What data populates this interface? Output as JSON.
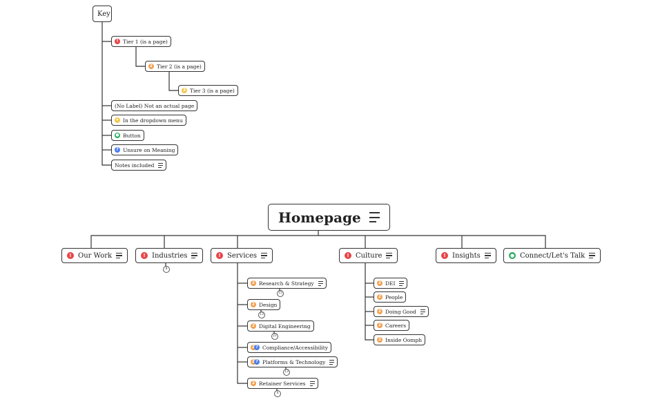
{
  "colors": {
    "tier1": "#e74549",
    "tier2": "#f29e4c",
    "tier3": "#f2c94c",
    "dropdown": "#f2c94c",
    "button": "#27ae60",
    "unsure": "#4a7ef0"
  },
  "key": {
    "title": "Key",
    "items": [
      {
        "label": "Tier 1 (is a page)",
        "badge": "tier1",
        "badge_glyph": "!"
      },
      {
        "label": "Tier 2 (is a page)",
        "badge": "tier2",
        "badge_glyph": "2"
      },
      {
        "label": "Tier 3 (is a page)",
        "badge": "tier3",
        "badge_glyph": "3"
      },
      {
        "label": "(No Label) Not an actual page"
      },
      {
        "label": "In the dropdown menu",
        "badge": "dropdown",
        "badge_glyph": "▾"
      },
      {
        "label": "Button",
        "badge": "button",
        "badge_glyph": "●"
      },
      {
        "label": "Unsure on Meaning",
        "badge": "unsure",
        "badge_glyph": "?"
      },
      {
        "label": "Notes included",
        "icon": "notes-icon"
      }
    ]
  },
  "root": {
    "label": "Homepage",
    "icon": "notes-icon"
  },
  "tier1": [
    {
      "label": "Our Work",
      "badge": "tier1",
      "badge_glyph": "!"
    },
    {
      "label": "Industries",
      "badge": "tier1",
      "badge_glyph": "!",
      "count": "8"
    },
    {
      "label": "Services",
      "badge": "tier1",
      "badge_glyph": "!"
    },
    {
      "label": "Culture",
      "badge": "tier1",
      "badge_glyph": "!"
    },
    {
      "label": "Insights",
      "badge": "tier1",
      "badge_glyph": "!"
    },
    {
      "label": "Connect/Let's Talk",
      "badge": "button",
      "badge_glyph": "●"
    }
  ],
  "services_children": [
    {
      "label": "Research & Strategy",
      "badge": "tier2",
      "badge_glyph": "2",
      "count": "15"
    },
    {
      "label": "Design",
      "badge": "tier2",
      "badge_glyph": "2",
      "count": "13"
    },
    {
      "label": "Digital Engineering",
      "badge": "tier2",
      "badge_glyph": "2",
      "count": "22"
    },
    {
      "label": "Compliance/Accessibility",
      "badge": "tier2",
      "badge_glyph": "2",
      "badge2": "unsure",
      "badge2_glyph": "?"
    },
    {
      "label": "Platforms & Technology",
      "badge": "tier2",
      "badge_glyph": "2",
      "badge2": "unsure",
      "badge2_glyph": "?",
      "count": "13"
    },
    {
      "label": "Retainer Services",
      "badge": "tier2",
      "badge_glyph": "2",
      "count": "6"
    }
  ],
  "culture_children": [
    {
      "label": "DEI",
      "badge": "tier2",
      "badge_glyph": "2"
    },
    {
      "label": "People",
      "badge": "tier2",
      "badge_glyph": "2"
    },
    {
      "label": "Doing Good",
      "badge": "tier2",
      "badge_glyph": "2"
    },
    {
      "label": "Careers",
      "badge": "tier2",
      "badge_glyph": "2"
    },
    {
      "label": "Inside Oomph",
      "badge": "tier2",
      "badge_glyph": "2"
    }
  ]
}
